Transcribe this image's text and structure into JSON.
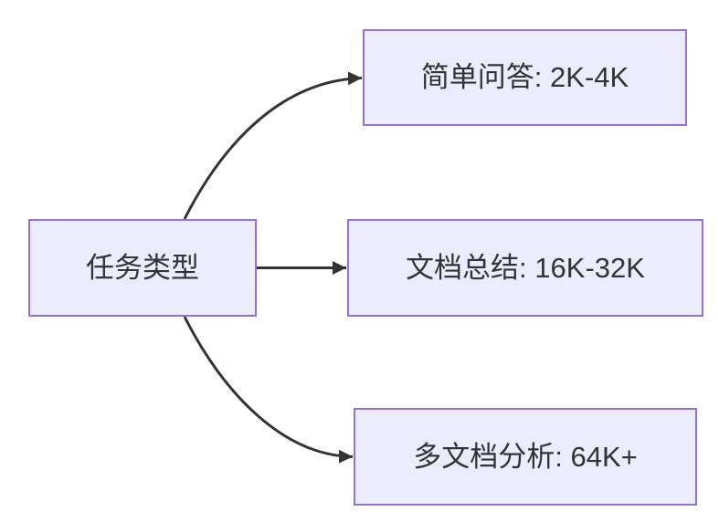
{
  "diagram": {
    "type": "flowchart-lr",
    "root": {
      "id": "task-type",
      "label": "任务类型"
    },
    "branches": [
      {
        "id": "simple-qa",
        "label": "简单问答: 2K-4K"
      },
      {
        "id": "doc-summary",
        "label": "文档总结: 16K-32K"
      },
      {
        "id": "multi-doc",
        "label": "多文档分析: 64K+"
      }
    ],
    "edges": [
      {
        "from": "任务类型",
        "to": "简单问答: 2K-4K"
      },
      {
        "from": "任务类型",
        "to": "文档总结: 16K-32K"
      },
      {
        "from": "任务类型",
        "to": "多文档分析: 64K+"
      }
    ],
    "colors": {
      "node_fill": "#ECECFF",
      "node_border": "#9370DB",
      "text": "#333333",
      "edge": "#333333",
      "background": "#FFFFFF"
    }
  }
}
